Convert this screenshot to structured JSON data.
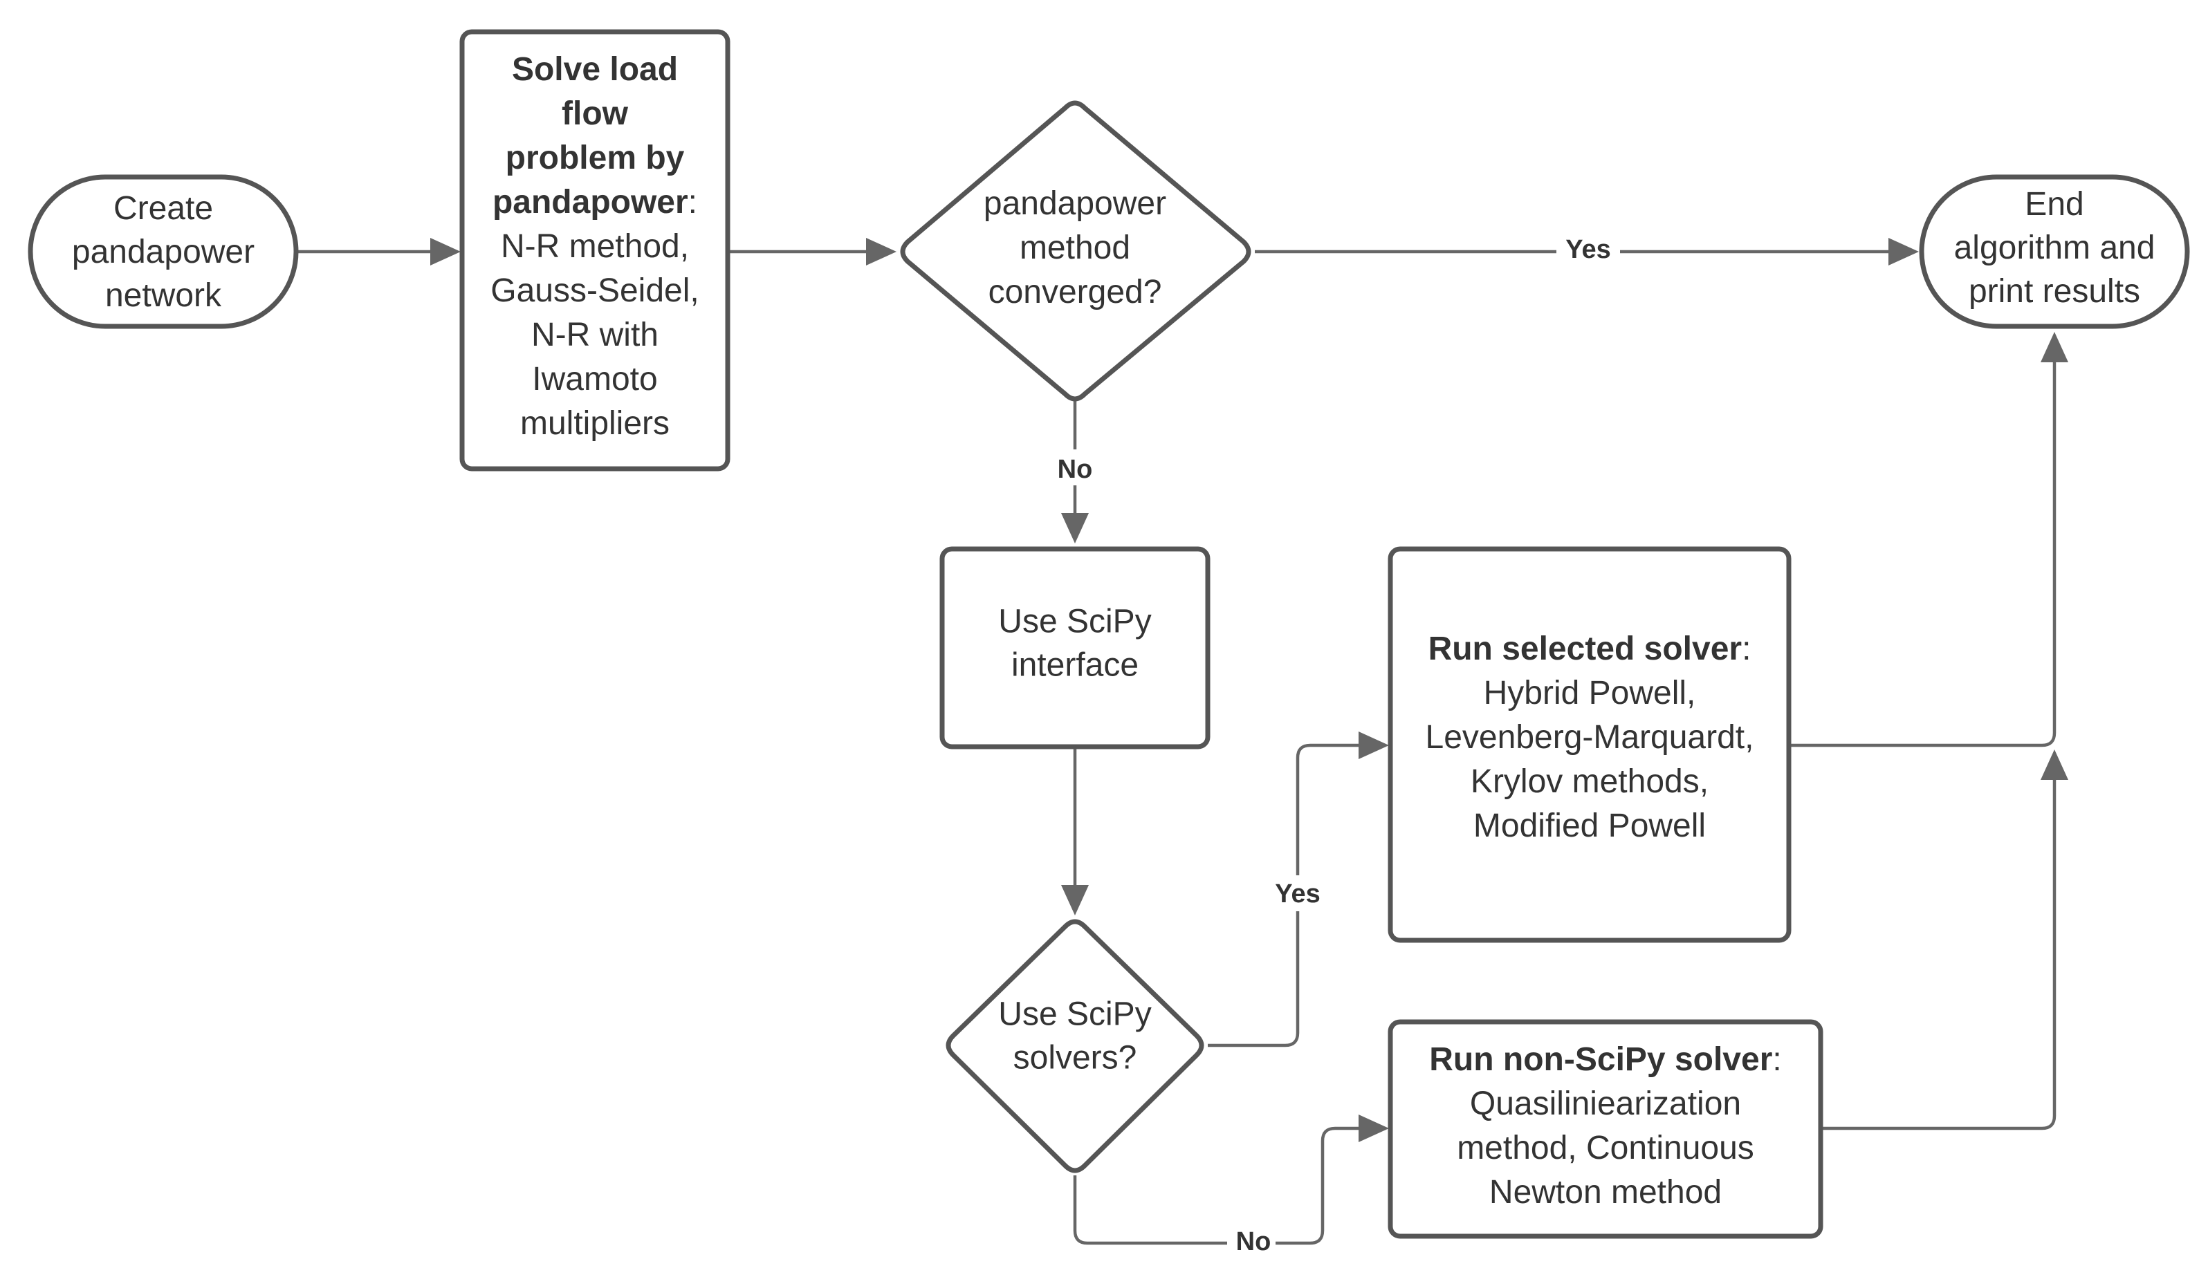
{
  "nodes": {
    "create_network": {
      "lines": [
        {
          "parts": [
            {
              "text": "Create",
              "bold": false
            }
          ]
        },
        {
          "parts": [
            {
              "text": "pandapower",
              "bold": false
            }
          ]
        },
        {
          "parts": [
            {
              "text": "network",
              "bold": false
            }
          ]
        }
      ]
    },
    "solve_load_flow": {
      "lines": [
        {
          "parts": [
            {
              "text": "Solve load",
              "bold": true
            }
          ]
        },
        {
          "parts": [
            {
              "text": "flow",
              "bold": true
            }
          ]
        },
        {
          "parts": [
            {
              "text": "problem by",
              "bold": true
            }
          ]
        },
        {
          "parts": [
            {
              "text": "pandapower",
              "bold": true
            },
            {
              "text": ":",
              "bold": false
            }
          ]
        },
        {
          "parts": [
            {
              "text": "N-R method,",
              "bold": false
            }
          ]
        },
        {
          "parts": [
            {
              "text": "Gauss-Seidel,",
              "bold": false
            }
          ]
        },
        {
          "parts": [
            {
              "text": "N-R with",
              "bold": false
            }
          ]
        },
        {
          "parts": [
            {
              "text": "Iwamoto",
              "bold": false
            }
          ]
        },
        {
          "parts": [
            {
              "text": "multipliers",
              "bold": false
            }
          ]
        }
      ]
    },
    "converged_decision": {
      "lines": [
        {
          "parts": [
            {
              "text": "pandapower",
              "bold": false
            }
          ]
        },
        {
          "parts": [
            {
              "text": "method",
              "bold": false
            }
          ]
        },
        {
          "parts": [
            {
              "text": "converged?",
              "bold": false
            }
          ]
        }
      ]
    },
    "end_algorithm": {
      "lines": [
        {
          "parts": [
            {
              "text": "End",
              "bold": false
            }
          ]
        },
        {
          "parts": [
            {
              "text": "algorithm and",
              "bold": false
            }
          ]
        },
        {
          "parts": [
            {
              "text": "print results",
              "bold": false
            }
          ]
        }
      ]
    },
    "use_scipy_interface": {
      "lines": [
        {
          "parts": [
            {
              "text": "Use SciPy",
              "bold": false
            }
          ]
        },
        {
          "parts": [
            {
              "text": "interface",
              "bold": false
            }
          ]
        }
      ]
    },
    "run_selected_solver": {
      "lines": [
        {
          "parts": [
            {
              "text": "Run selected solver",
              "bold": true
            },
            {
              "text": ":",
              "bold": false
            }
          ]
        },
        {
          "parts": [
            {
              "text": "Hybrid Powell,",
              "bold": false
            }
          ]
        },
        {
          "parts": [
            {
              "text": "Levenberg-Marquardt,",
              "bold": false
            }
          ]
        },
        {
          "parts": [
            {
              "text": "Krylov methods,",
              "bold": false
            }
          ]
        },
        {
          "parts": [
            {
              "text": "Modified Powell",
              "bold": false
            }
          ]
        }
      ]
    },
    "use_scipy_solvers_decision": {
      "lines": [
        {
          "parts": [
            {
              "text": "Use SciPy",
              "bold": false
            }
          ]
        },
        {
          "parts": [
            {
              "text": "solvers?",
              "bold": false
            }
          ]
        }
      ]
    },
    "run_non_scipy_solver": {
      "lines": [
        {
          "parts": [
            {
              "text": "Run non-SciPy solver",
              "bold": true
            },
            {
              "text": ":",
              "bold": false
            }
          ]
        },
        {
          "parts": [
            {
              "text": "Quasiliniearization",
              "bold": false
            }
          ]
        },
        {
          "parts": [
            {
              "text": "method, Continuous",
              "bold": false
            }
          ]
        },
        {
          "parts": [
            {
              "text": "Newton method",
              "bold": false
            }
          ]
        }
      ]
    }
  },
  "edge_labels": {
    "converged_yes": "Yes",
    "converged_no": "No",
    "solvers_yes": "Yes",
    "solvers_no": "No"
  },
  "colors": {
    "node_stroke": "#555555",
    "edge_stroke": "#666666",
    "text": "#333333",
    "background": "#ffffff"
  }
}
